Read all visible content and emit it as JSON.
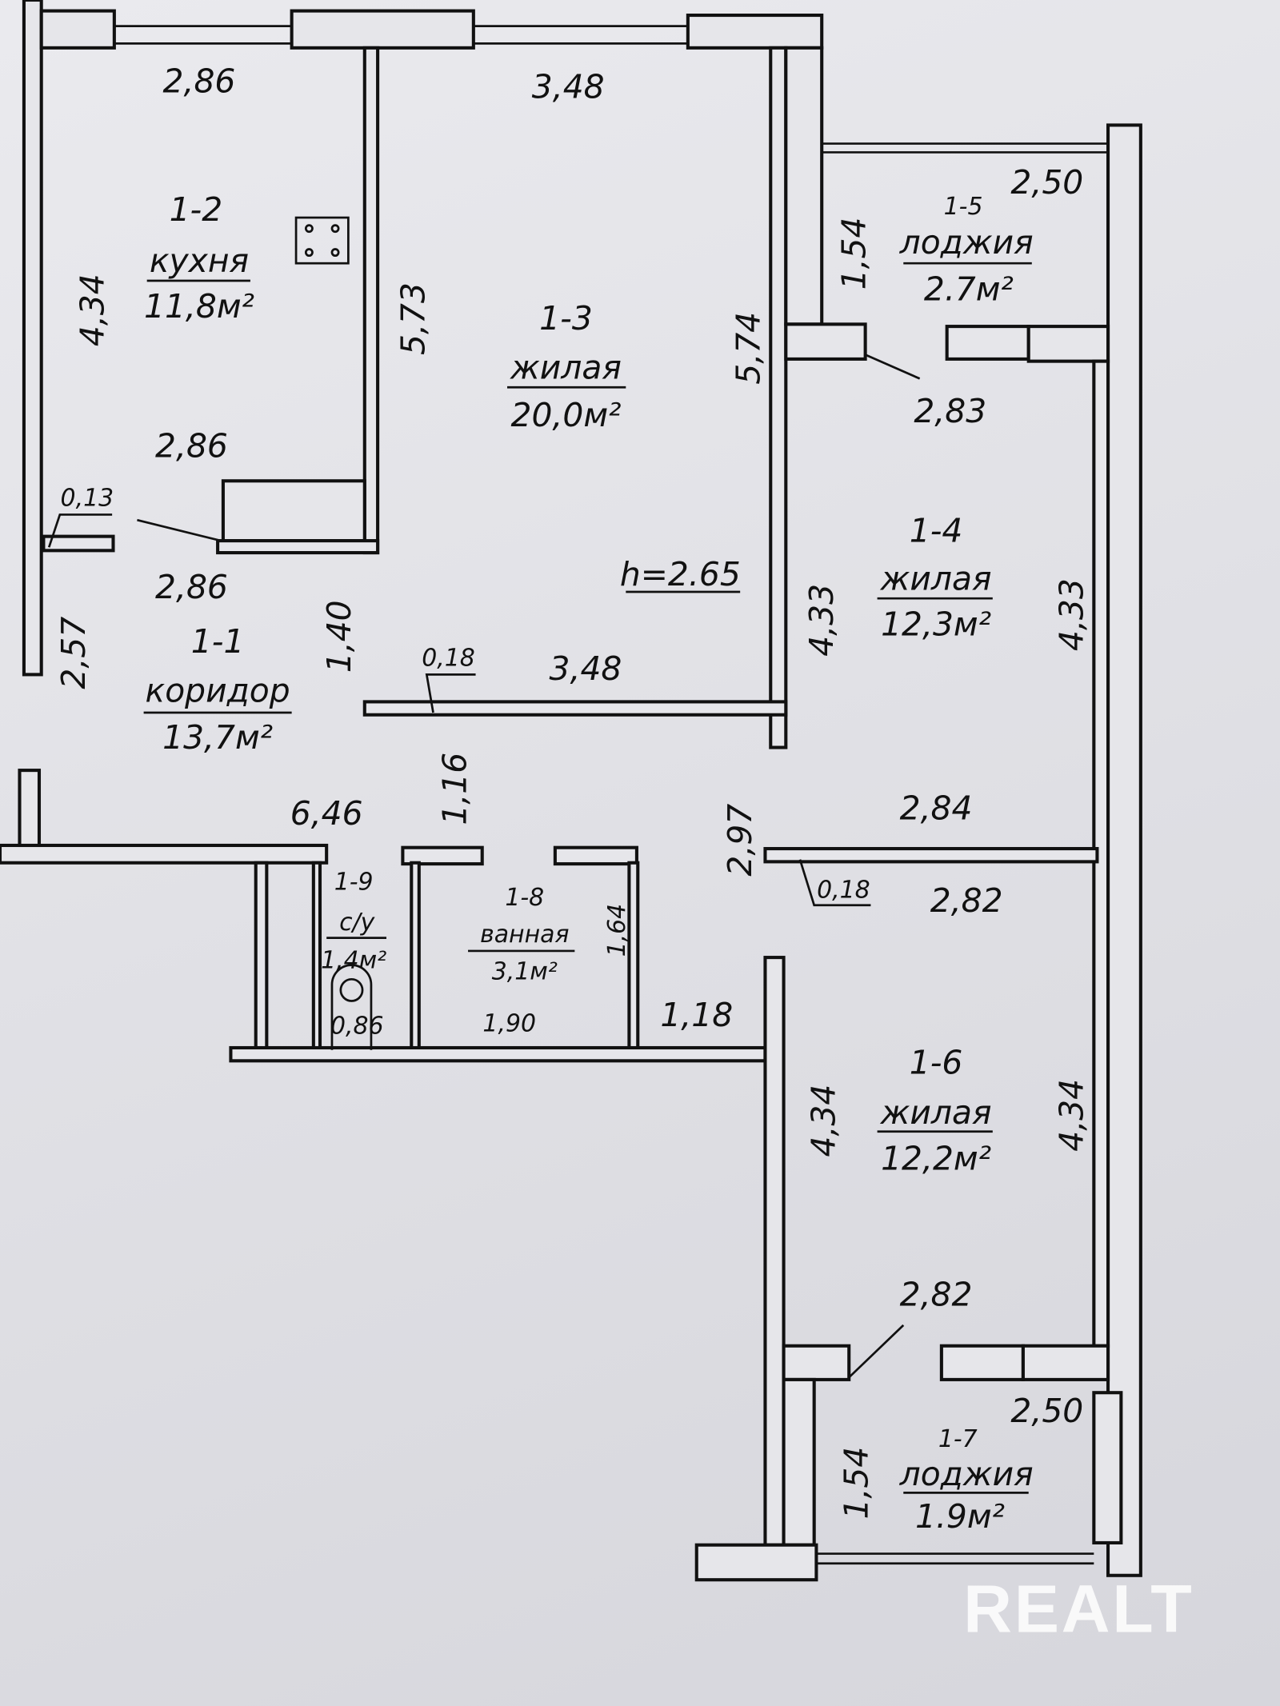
{
  "ceiling_height": "h=2.65",
  "rooms": [
    {
      "id": "1-1",
      "name": "коридор",
      "area": "13,7м²"
    },
    {
      "id": "1-2",
      "name": "кухня",
      "area": "11,8м²"
    },
    {
      "id": "1-3",
      "name": "жилая",
      "area": "20,0м²"
    },
    {
      "id": "1-4",
      "name": "жилая",
      "area": "12,3м²"
    },
    {
      "id": "1-5",
      "name": "лоджия",
      "area": "2.7м²"
    },
    {
      "id": "1-6",
      "name": "жилая",
      "area": "12,2м²"
    },
    {
      "id": "1-7",
      "name": "лоджия",
      "area": "1.9м²"
    },
    {
      "id": "1-8",
      "name": "ванная",
      "area": "3,1м²"
    },
    {
      "id": "1-9",
      "name": "с/у",
      "area": "1,4м²"
    }
  ],
  "dimensions": {
    "kitchen_top": "2,86",
    "kitchen_side": "4,34",
    "kitchen_bottom": "2,86",
    "kitchen_wall": "5,73",
    "living_top": "3,48",
    "living_side": "5,74",
    "living_bottom": "3,48",
    "partition_018a": "0,18",
    "stub_013": "0,13",
    "corridor_top": "2,86",
    "corridor_side": "2,57",
    "corridor_140": "1,40",
    "corridor_116": "1,16",
    "corridor_len": "6,46",
    "corridor_297": "2,97",
    "corridor_118": "1,18",
    "bath_w": "1,90",
    "bath_h": "1,64",
    "wc_w": "0,86",
    "r14_left": "4,33",
    "r14_right": "4,33",
    "r14_bottom": "2,84",
    "loggia15_w": "2,50",
    "loggia15_h": "1,54",
    "loggia15_door": "2,83",
    "partition_018b": "0,18",
    "r16_top": "2,82",
    "r16_left": "4,34",
    "r16_right": "4,34",
    "loggia17_door": "2,82",
    "loggia17_w": "2,50",
    "loggia17_h": "1,54"
  },
  "watermark": "REALT"
}
